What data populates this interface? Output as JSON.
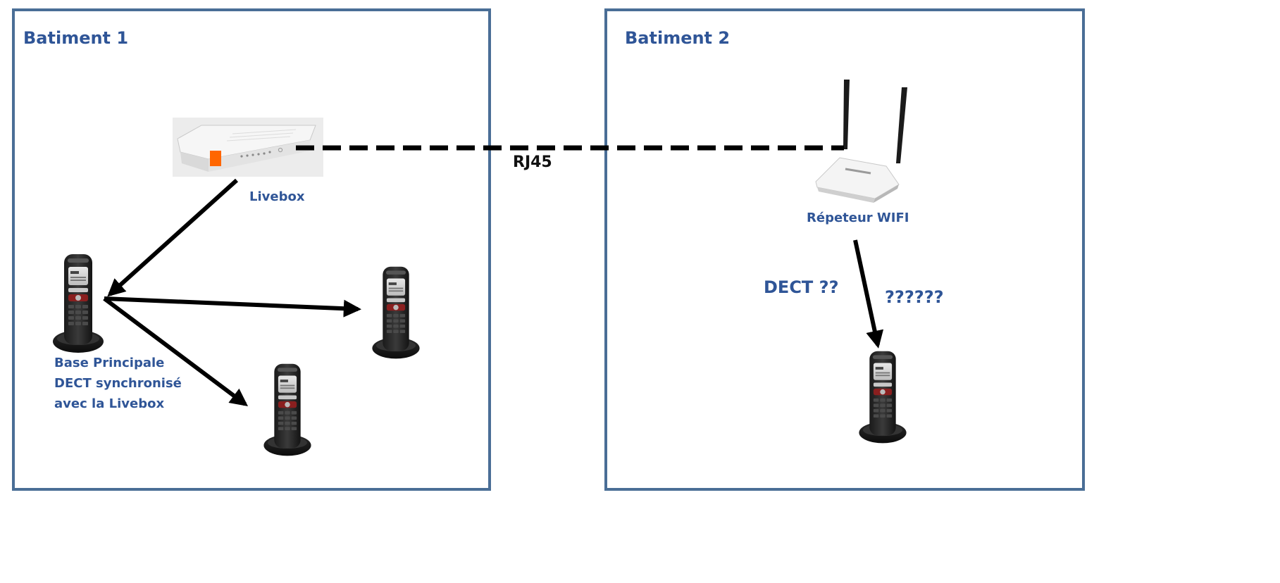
{
  "buildings": [
    {
      "title": "Batiment 1"
    },
    {
      "title": "Batiment 2"
    }
  ],
  "devices": {
    "livebox": {
      "label": "Livebox",
      "icon": "router-box-icon",
      "accent": "#ff6600"
    },
    "repeater": {
      "label": "Répeteur WIFI",
      "icon": "wifi-router-icon"
    },
    "base_station": {
      "label_lines": [
        "Base Principale",
        "DECT synchronisé",
        "avec la Livebox"
      ],
      "icon": "dect-phone-icon"
    },
    "handsets_building1": 2,
    "handsets_building2": 1
  },
  "connections": {
    "cable_label": "RJ45",
    "dect_question": "DECT ??",
    "unknown_label": "??????"
  },
  "colors": {
    "frame": "#4a6e96",
    "label": "#2f5597",
    "line": "#000000"
  }
}
